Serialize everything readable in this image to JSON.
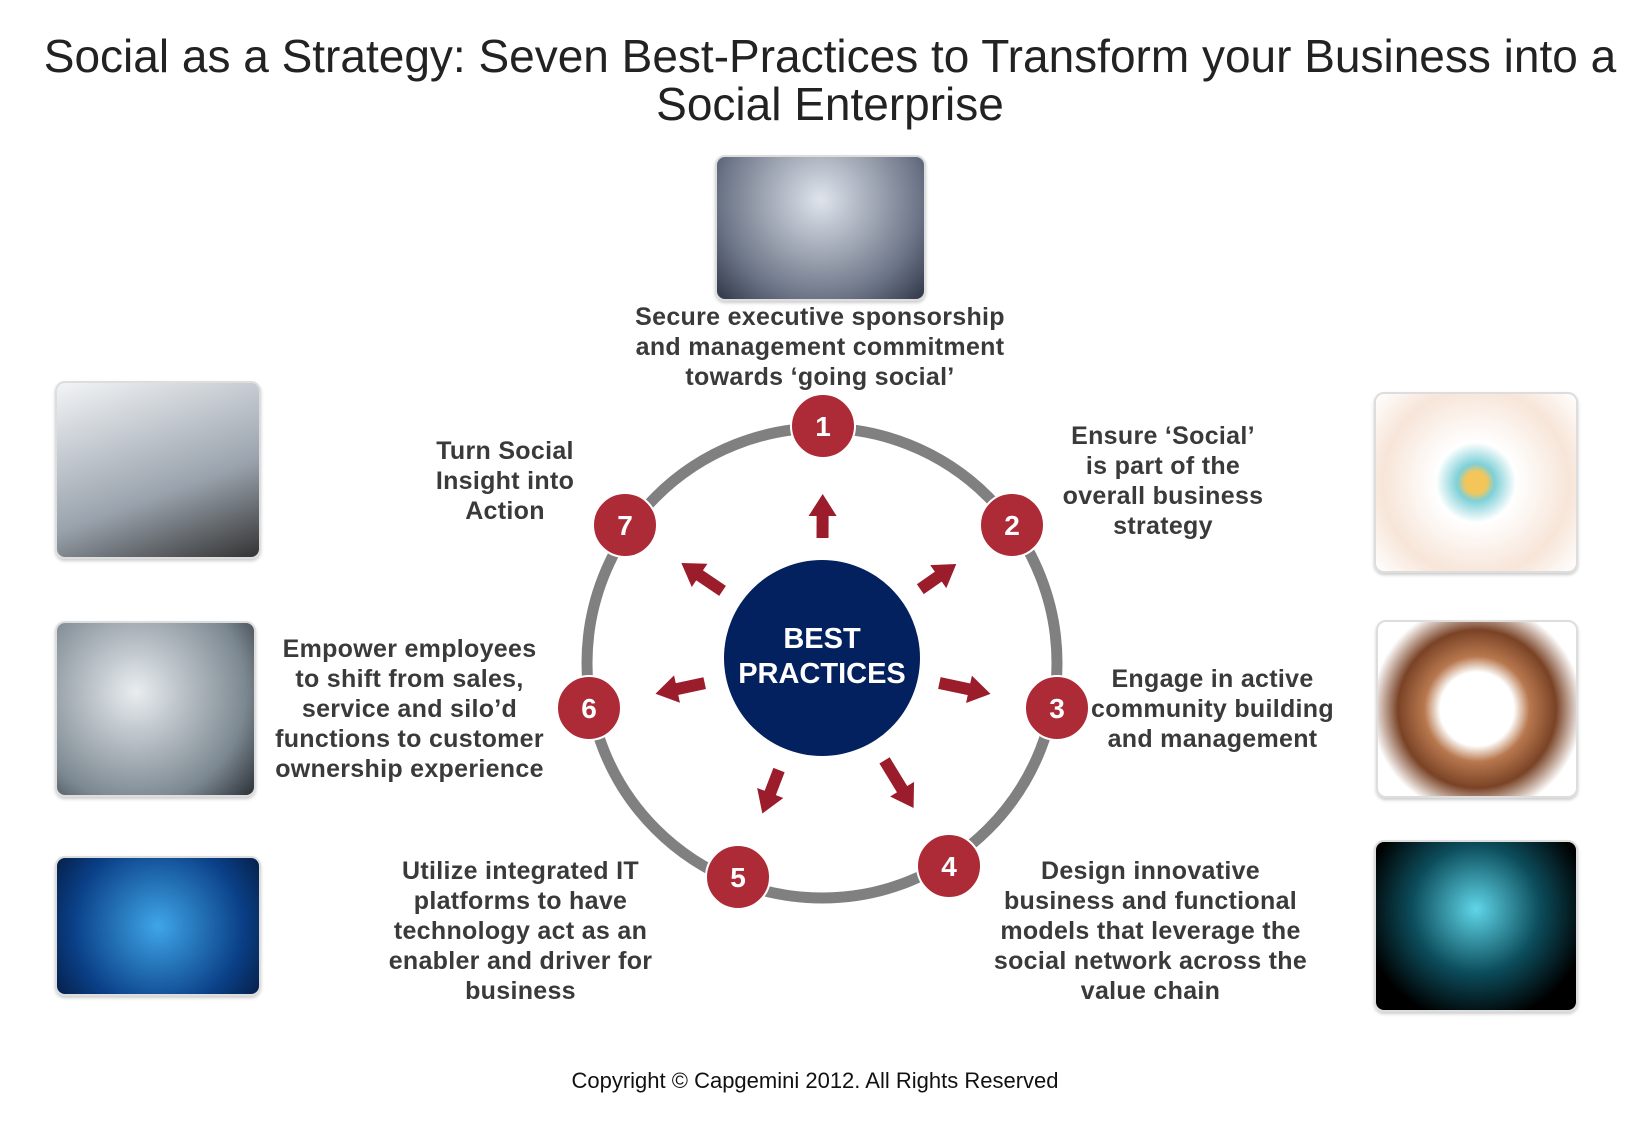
{
  "title": "Social as a Strategy: Seven Best-Practices to Transform your Business into a Social Enterprise",
  "hub": {
    "line1": "BEST",
    "line2": "PRACTICES"
  },
  "practices": [
    {
      "number": "1",
      "text": "Secure executive sponsorship and management commitment towards ‘going social’"
    },
    {
      "number": "2",
      "text": "Ensure ‘Social’ is part of the overall business strategy"
    },
    {
      "number": "3",
      "text": "Engage in active community building and management"
    },
    {
      "number": "4",
      "text": "Design innovative business and functional models that leverage the social network across the value chain"
    },
    {
      "number": "5",
      "text": "Utilize integrated IT platforms to have technology act as an enabler and driver for business"
    },
    {
      "number": "6",
      "text": "Empower employees to shift from sales, service and silo’d functions to customer ownership experience"
    },
    {
      "number": "7",
      "text": "Turn Social Insight into Action"
    }
  ],
  "footer": "Copyright © Capgemini 2012. All Rights Reserved",
  "colors": {
    "node": "#ad2a37",
    "hub": "#03205f",
    "ring": "#808080",
    "arrow": "#9b1c2a"
  }
}
